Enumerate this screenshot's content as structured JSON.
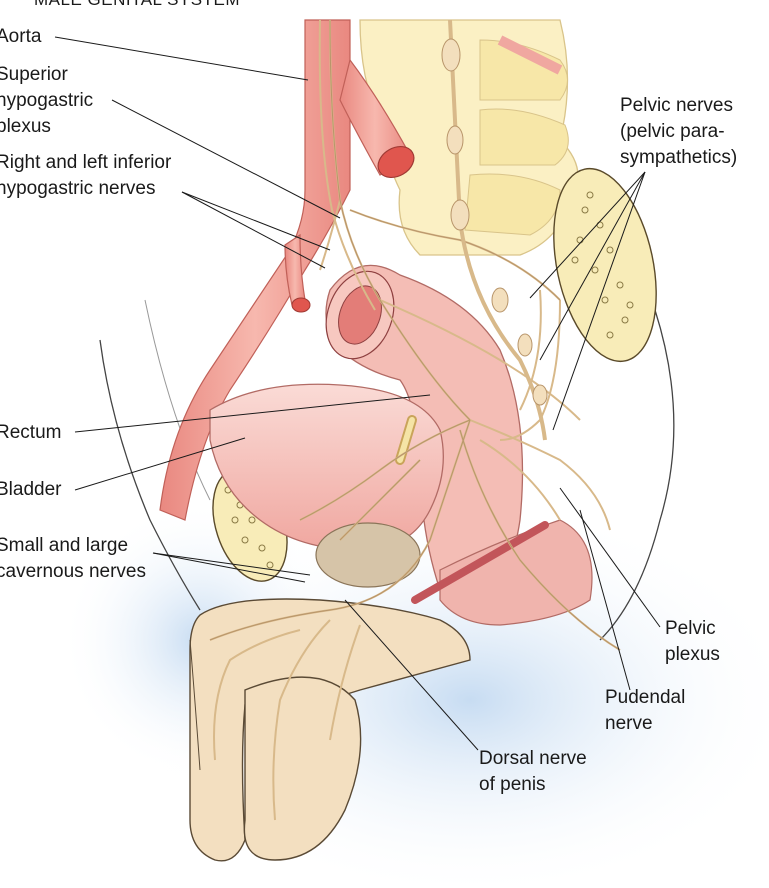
{
  "header": {
    "title": "MALE GENITAL SYSTEM"
  },
  "labels": {
    "aorta": "Aorta",
    "superior_hypogastric": "Superior\nhypogastric\nplexus",
    "inferior_hypogastric": "Right and left inferior\nhypogastric nerves",
    "pelvic_nerves": "Pelvic nerves\n(pelvic para-\nsympathetics)",
    "rectum": "Rectum",
    "bladder": "Bladder",
    "cavernous": "Small and large\ncavernous nerves",
    "pelvic_plexus": "Pelvic\nplexus",
    "pudendal": "Pudendal\nnerve",
    "dorsal_nerve": "Dorsal nerve\nof penis"
  },
  "colors": {
    "skin": "#f3dfc0",
    "skin_edge": "#b89a78",
    "artery": "#ee9a90",
    "artery_dark": "#d96058",
    "organ": "#f4b8b0",
    "nerve": "#e8d2ae",
    "bone": "#f7eaa6",
    "shadow": "#cfe0f3"
  }
}
